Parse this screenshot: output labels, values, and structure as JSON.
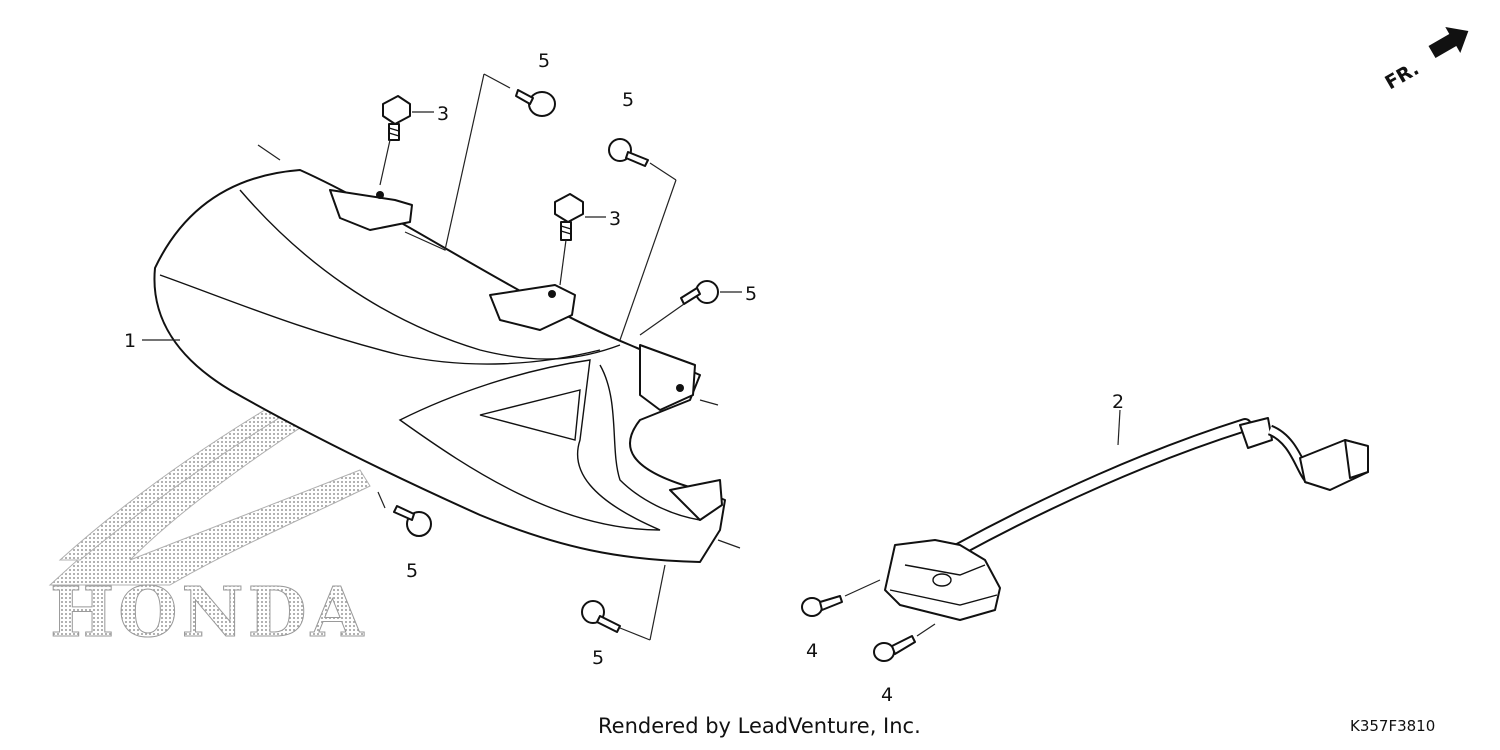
{
  "callouts": [
    {
      "id": "c1",
      "label": "1"
    },
    {
      "id": "c2",
      "label": "2"
    },
    {
      "id": "c3a",
      "label": "3"
    },
    {
      "id": "c3b",
      "label": "3"
    },
    {
      "id": "c4a",
      "label": "4"
    },
    {
      "id": "c4b",
      "label": "4"
    },
    {
      "id": "c5a",
      "label": "5"
    },
    {
      "id": "c5b",
      "label": "5"
    },
    {
      "id": "c5c",
      "label": "5"
    },
    {
      "id": "c5d",
      "label": "5"
    },
    {
      "id": "c5e",
      "label": "5"
    }
  ],
  "direction_label": "FR.",
  "watermark": "HONDA",
  "footer": {
    "credit": "Rendered by LeadVenture, Inc.",
    "code": "K357F3810"
  }
}
